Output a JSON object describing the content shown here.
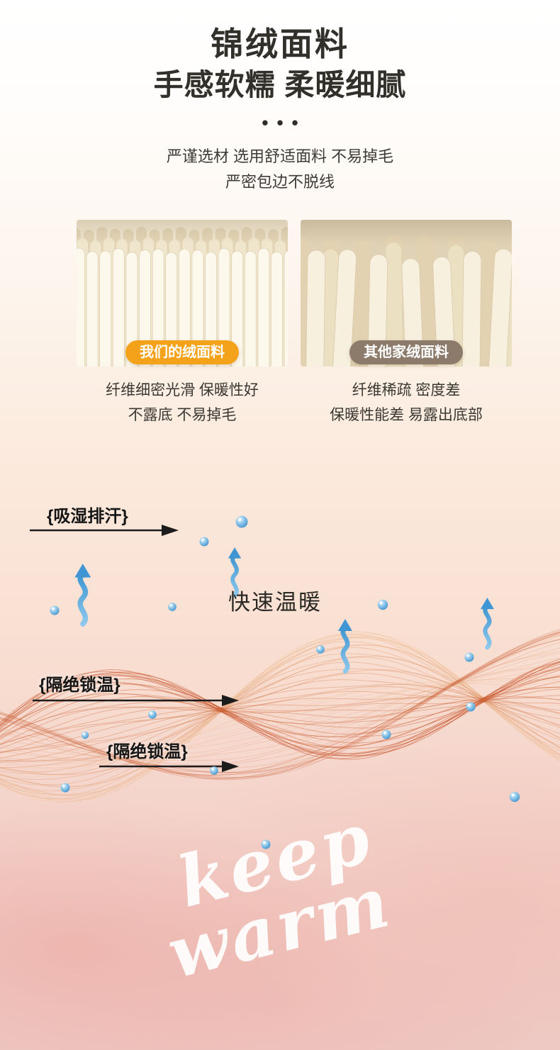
{
  "header": {
    "title": "锦绒面料",
    "subtitle": "手感软糯 柔暖细腻",
    "dots": "•••",
    "desc_line1": "严谨选材 选用舒适面料 不易掉毛",
    "desc_line2": "严密包边不脱线"
  },
  "comparison": {
    "ours": {
      "badge": "我们的绒面料",
      "line1": "纤维细密光滑 保暖性好",
      "line2": "不露底 不易掉毛"
    },
    "others": {
      "badge": "其他家绒面料",
      "line1": "纤维稀疏 密度差",
      "line2": "保暖性能差 易露出底部"
    }
  },
  "diagram": {
    "wicking_label": "{吸湿排汗}",
    "fast_warm_label": "快速温暖",
    "insulation_label_1": "{隔绝锁温}",
    "insulation_label_2": "{隔绝锁温}",
    "keep_word": "keep",
    "warm_word": "warm"
  },
  "colors": {
    "badge_ours_bg": "#f5a21b",
    "badge_others_bg": "#8c7b6b",
    "arrow_blue": "#3f96d2",
    "wave_start": "#f0c49a",
    "wave_end": "#c2441a"
  }
}
